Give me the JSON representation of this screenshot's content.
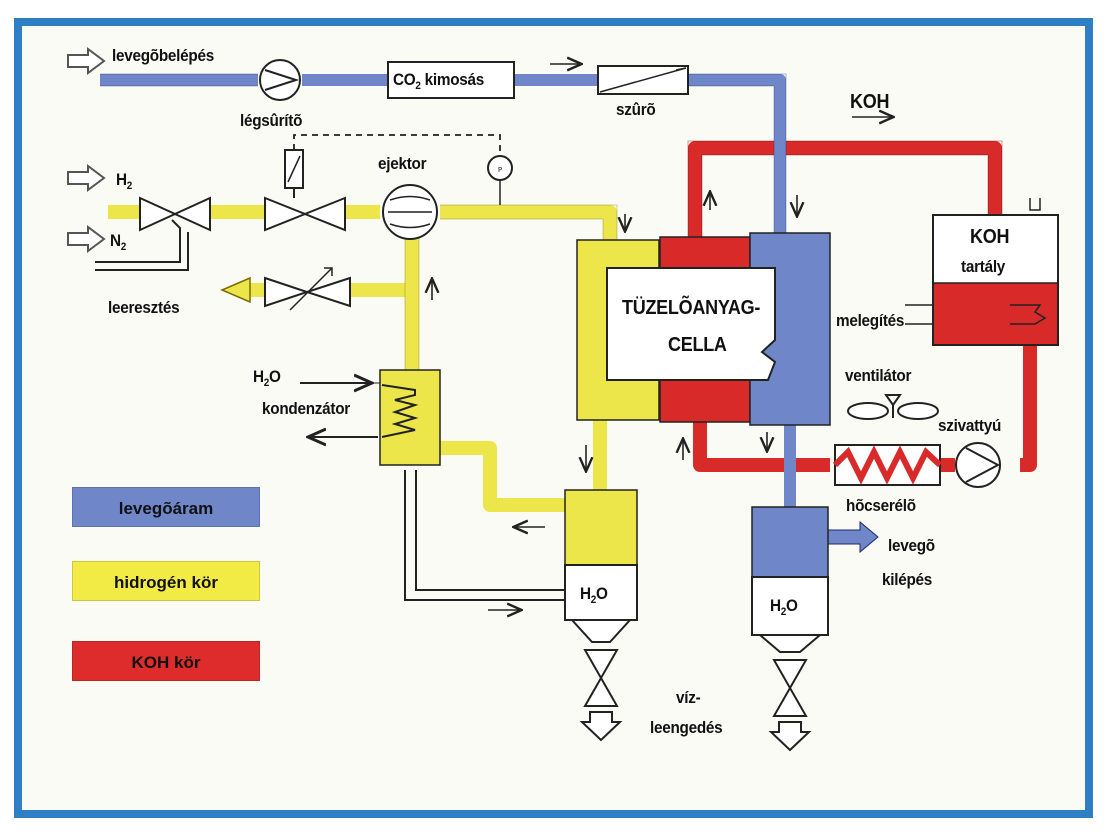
{
  "labels": {
    "air_in": "levegõbelépés",
    "compressor": "légsûrítõ",
    "co2": "CO",
    "co2_sub": "2",
    "co2_rest": " kimosás",
    "filter": "szûrõ",
    "koh_flow": "KOH",
    "h2": "H",
    "h2_sub": "2",
    "n2": "N",
    "n2_sub": "2",
    "ejector": "ejektor",
    "drain": "leeresztés",
    "condenser_h2o": "H",
    "condenser_h2o_sub": "2",
    "condenser_h2o_rest": "O",
    "condenser": "kondenzátor",
    "fuel_cell_line1": "TÜZELÕANYAG-",
    "fuel_cell_line2": "CELLA",
    "koh_tank_line1": "KOH",
    "koh_tank_line2": "tartály",
    "heating": "melegítés",
    "fan": "ventilátor",
    "pump": "szivattyú",
    "heat_exchanger": "hõcserélõ",
    "air_out_line1": "levegõ",
    "air_out_line2": "kilépés",
    "h2o_left": "H",
    "h2o_left_sub": "2",
    "h2o_left_rest": "O",
    "h2o_right": "H",
    "h2o_right_sub": "2",
    "h2o_right_rest": "O",
    "water_drain_line1": "víz-",
    "water_drain_line2": "leengedés"
  },
  "legend": [
    {
      "label": "levegõáram",
      "color": "#6f86c9"
    },
    {
      "label": "hidrogén kör",
      "color": "#f2ea45"
    },
    {
      "label": "KOH kör",
      "color": "#de2c2c"
    }
  ],
  "colors": {
    "air": "#6f86c9",
    "hydrogen": "#ede64a",
    "koh": "#d92a2a",
    "frame": "#2f7fc4"
  }
}
